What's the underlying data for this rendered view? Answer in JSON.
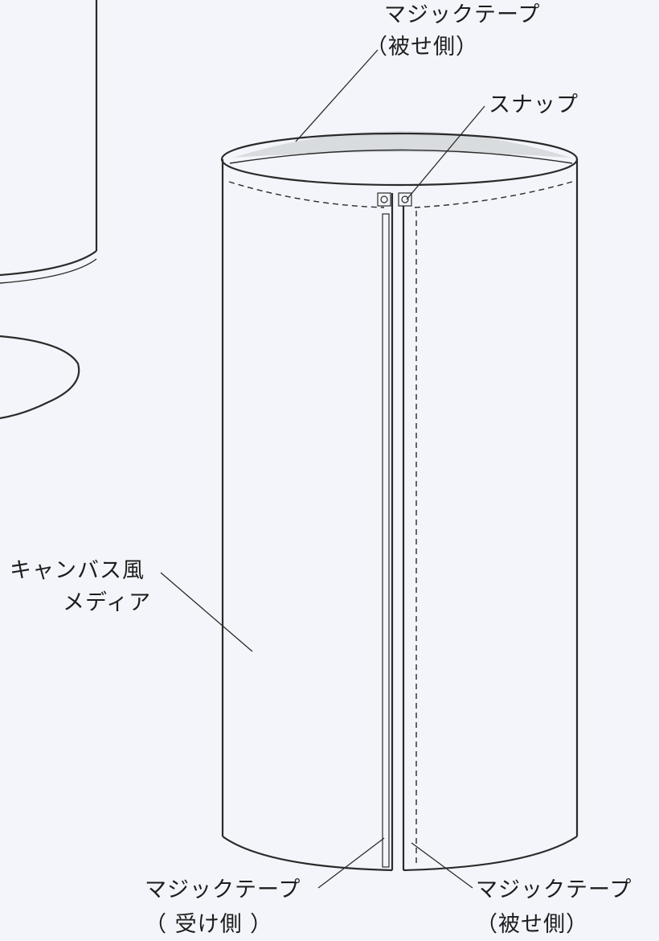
{
  "labels": {
    "top_tape_line1": "マジックテープ",
    "top_tape_line2": "（被せ側）",
    "snap": "スナップ",
    "canvas_line1": "キャンバス風",
    "canvas_line2": "メディア",
    "bottom_left_line1": "マジックテープ",
    "bottom_left_line2": "（ 受け側 ）",
    "bottom_right_line1": "マジックテープ",
    "bottom_right_line2": "（被せ側）"
  }
}
